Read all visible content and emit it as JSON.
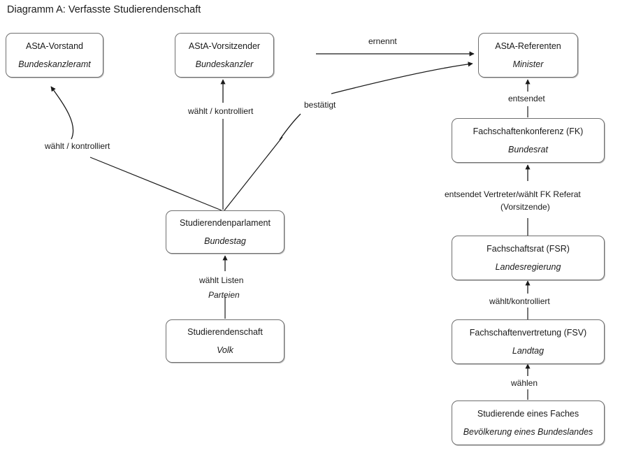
{
  "title": "Diagramm A: Verfasste Studierendenschaft",
  "colors": {
    "box_border": "#6f6f6f",
    "text": "#1a1a1a",
    "edge": "#1a1a1a",
    "background": "#ffffff"
  },
  "nodes": [
    {
      "id": "asta-vorstand",
      "primary": "AStA-Vorstand",
      "secondary": "Bundeskanzleramt"
    },
    {
      "id": "asta-vorsitzender",
      "primary": "AStA-Vorsitzender",
      "secondary": "Bundeskanzler"
    },
    {
      "id": "asta-referenten",
      "primary": "AStA-Referenten",
      "secondary": "Minister"
    },
    {
      "id": "fachschaftenkonferenz",
      "primary": "Fachschaftenkonferenz (FK)",
      "secondary": "Bundesrat"
    },
    {
      "id": "studierendenparlament",
      "primary": "Studierendenparlament",
      "secondary": "Bundestag"
    },
    {
      "id": "fachschaftsrat",
      "primary": "Fachschaftsrat  (FSR)",
      "secondary": "Landesregierung"
    },
    {
      "id": "studierendenschaft",
      "primary": "Studierendenschaft",
      "secondary": "Volk"
    },
    {
      "id": "fachschaftenvertretung",
      "primary": "Fachschaftenvertretung  (FSV)",
      "secondary": "Landtag"
    },
    {
      "id": "studierende-eines-faches",
      "primary": "Studierende eines Faches",
      "secondary": "Bevölkerung eines Bundeslandes"
    }
  ],
  "edge_labels": {
    "ernennt": "ernennt",
    "bestaetigt": "bestätigt",
    "entsendet": "entsendet",
    "waehlt_kontrolliert_left": "wählt / kontrolliert",
    "waehlt_kontrolliert_mid": "wählt / kontrolliert",
    "entsendet_vertreter_line1": "entsendet Vertreter/wählt FK Referat",
    "entsendet_vertreter_line2": "(Vorsitzende)",
    "waehlt_listen": "wählt Listen",
    "parteien": "Parteien",
    "waehlt_kontrolliert_right": "wählt/kontrolliert",
    "waehlen": "wählen"
  }
}
